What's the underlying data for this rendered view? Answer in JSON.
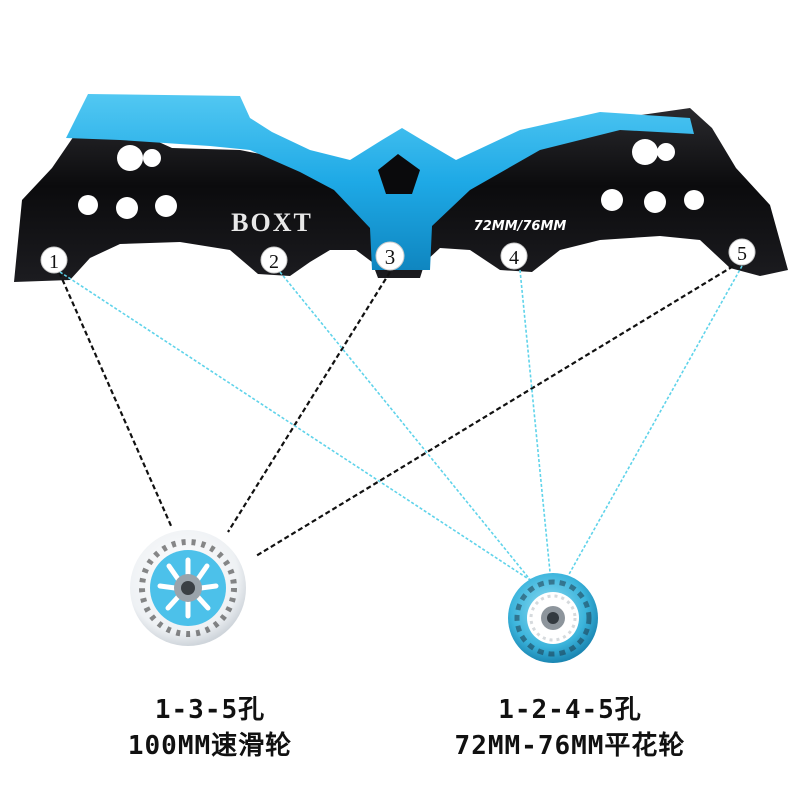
{
  "frame": {
    "brand": "BOXT",
    "size_label": "72MM/76MM",
    "hole_numbers": [
      "1",
      "2",
      "3",
      "4",
      "5"
    ]
  },
  "setups": [
    {
      "holes": "1-3-5孔",
      "wheel": "100MM速滑轮"
    },
    {
      "holes": "1-2-4-5孔",
      "wheel": "72MM-76MM平花轮"
    }
  ],
  "colors": {
    "frame_black": "#0c0c0e",
    "frame_blue": "#1ea9e6",
    "black_link": "#111111",
    "cyan_link": "#5fd3ea",
    "wheel_white": "#f2f4f6",
    "wheel_blue": "#38b3dc"
  }
}
